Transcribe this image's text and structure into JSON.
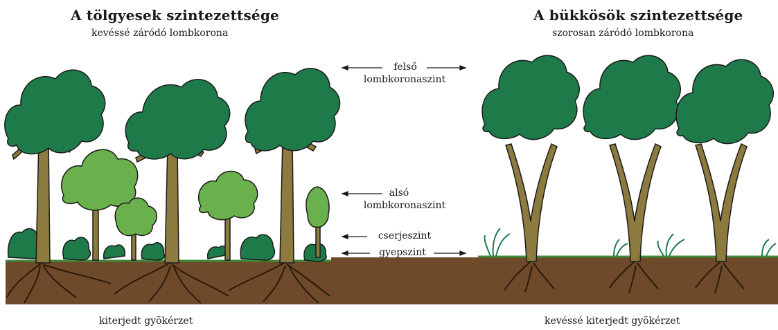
{
  "oak": {
    "title": "A tölgyesek szintezettsége",
    "canopy_note": "kevéssé záródó lombkorona",
    "root_note": "kiterjedt gyökérzet"
  },
  "beech": {
    "title": "A bükkösök szintezettsége",
    "canopy_note": "szorosan záródó lombkorona",
    "root_note": "kevéssé kiterjedt gyökérzet"
  },
  "layers": {
    "upper_line1": "felső",
    "upper_line2": "lombkoronaszint",
    "lower_line1": "alsó",
    "lower_line2": "lombkoronaszint",
    "shrub": "cserjeszint",
    "herb": "gyepszint"
  },
  "colors": {
    "soil": "#6e4a2a",
    "grass": "#3c8a3a",
    "trunk": "#8c7a3e",
    "crown_dark": "#1f7a4a",
    "crown_light": "#6ab04c",
    "outline": "#1a1a1a"
  }
}
